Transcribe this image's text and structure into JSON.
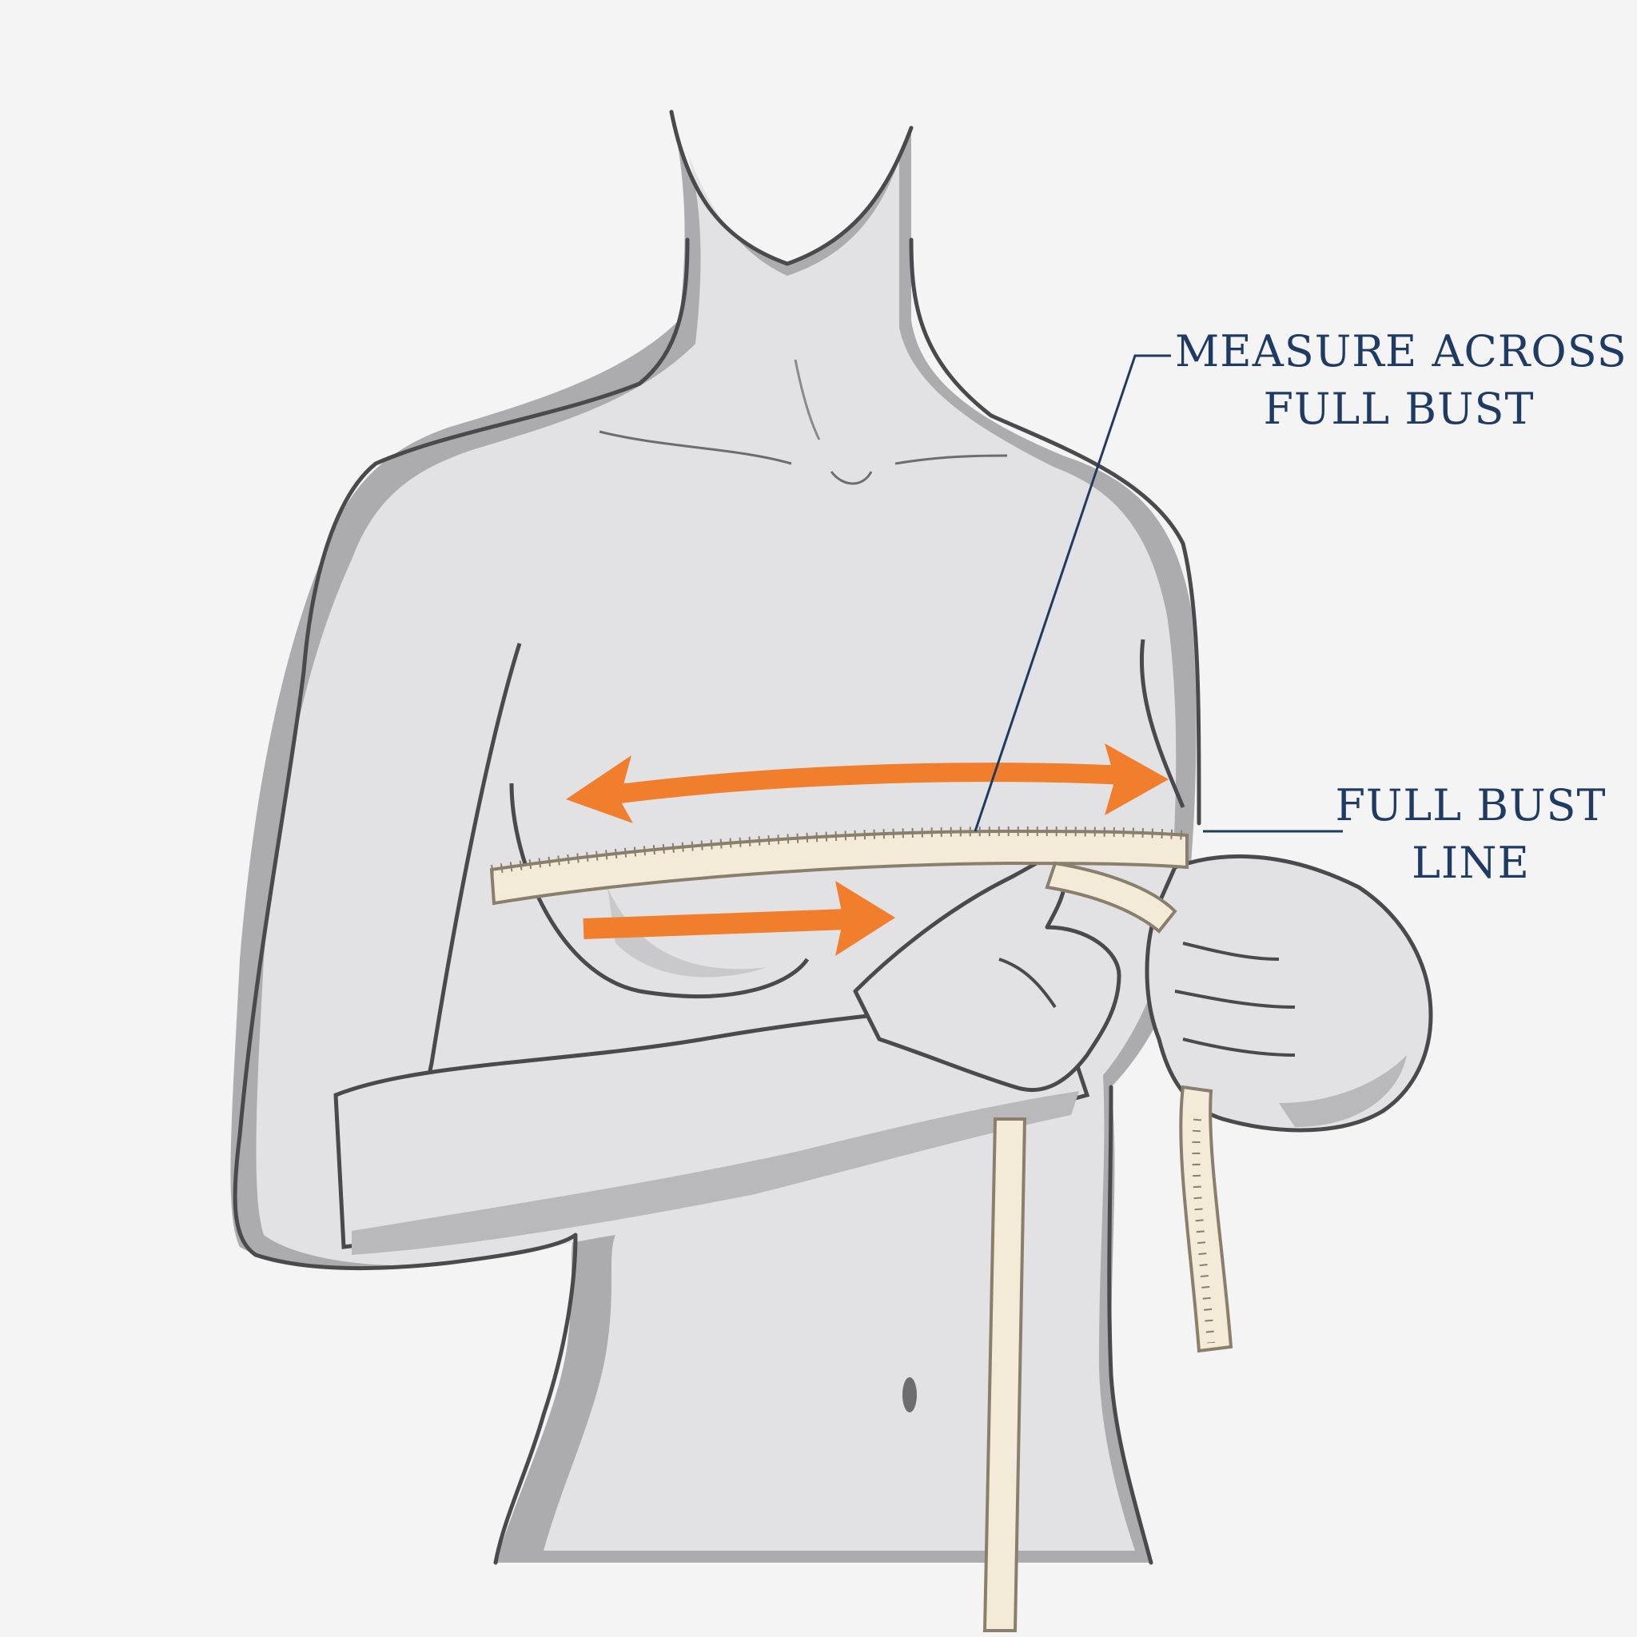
{
  "colors": {
    "background": "#f4f4f5",
    "body_fill": "#e2e2e4",
    "body_shadow": "#acacae",
    "outline": "#4a4a4c",
    "tape_fill": "#f3ead8",
    "tape_edge": "#8a7e6c",
    "arrow": "#f07e2c",
    "label": "#1f3b63"
  },
  "icons": [
    "double-headed-arrow-icon",
    "right-arrow-icon",
    "measuring-tape-icon"
  ],
  "callouts": {
    "measure_across": {
      "line1": "MEASURE ACROSS",
      "line2": "FULL BUST"
    },
    "full_bust_line": {
      "line1": "FULL BUST",
      "line2": "LINE"
    }
  }
}
